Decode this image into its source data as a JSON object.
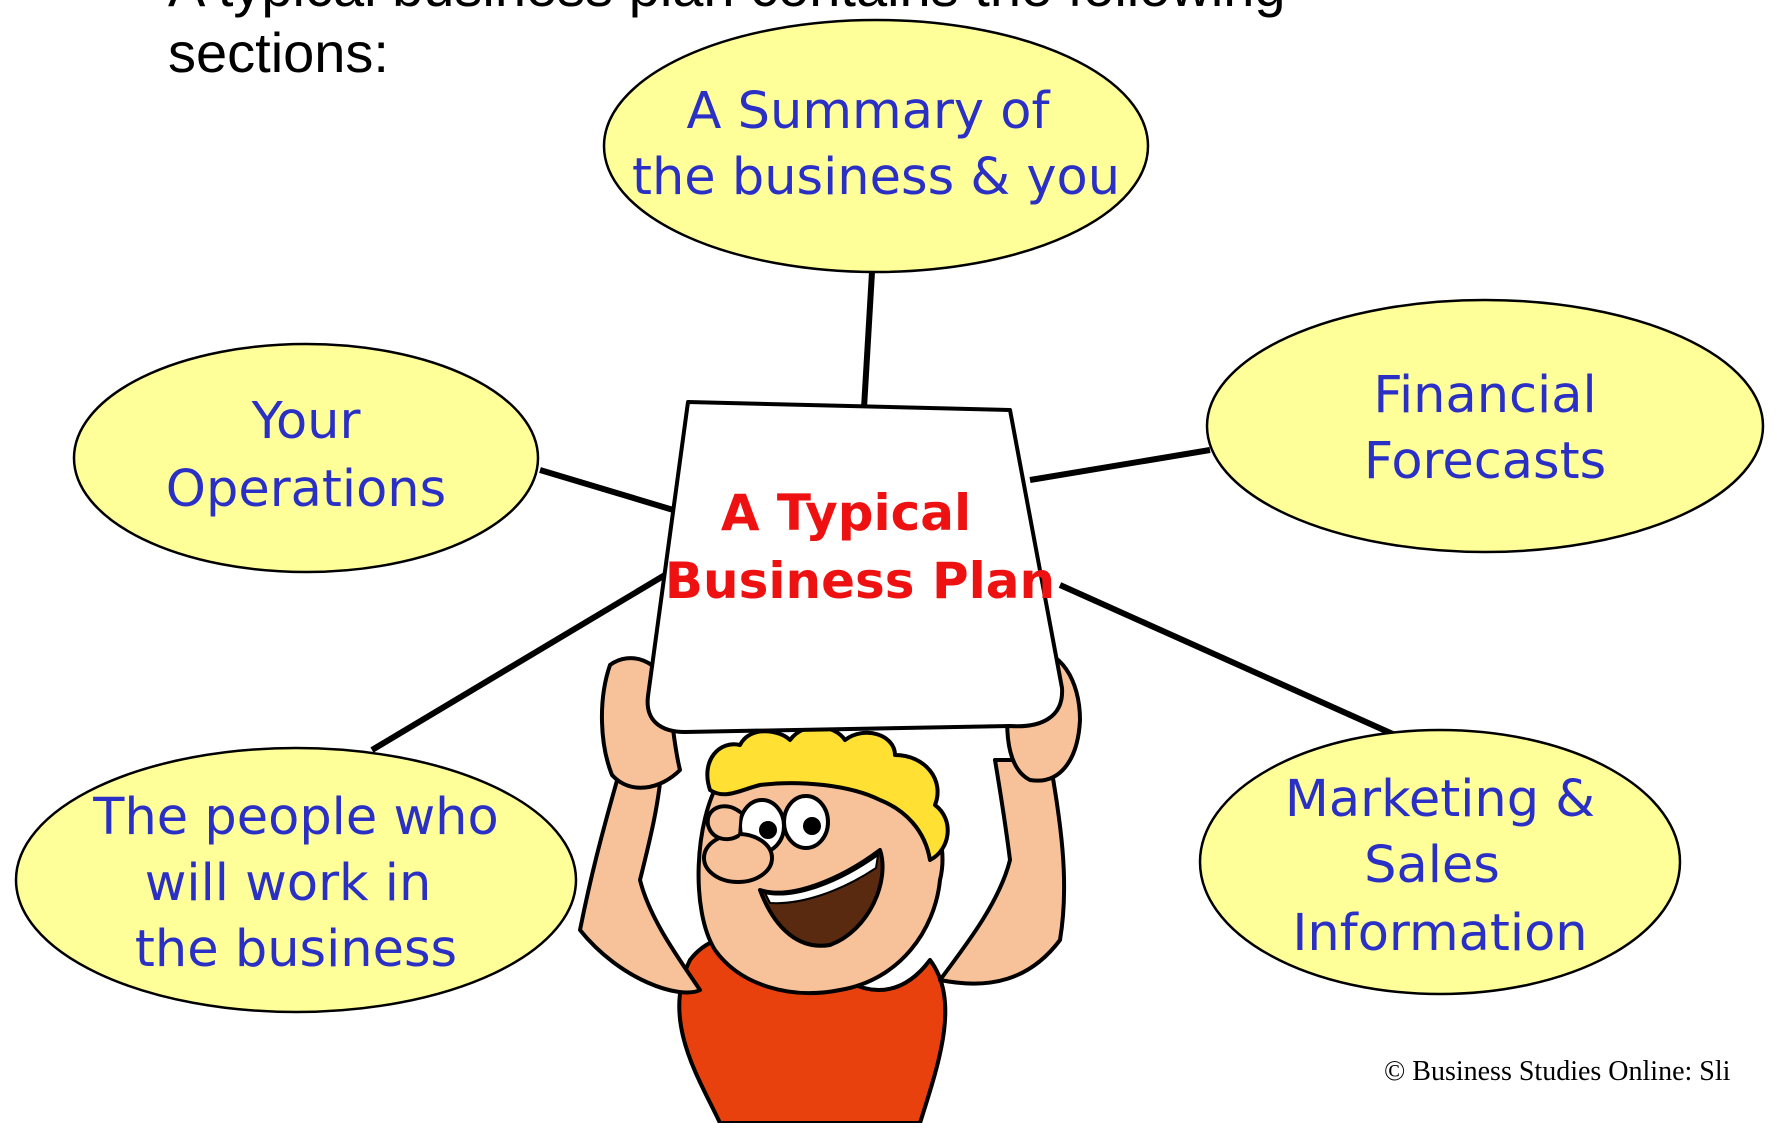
{
  "intro": {
    "line1": "A typical business plan contains the following",
    "line2": "sections:"
  },
  "center": {
    "line1": "A Typical",
    "line2": "Business Plan"
  },
  "bubbles": {
    "summary": {
      "line1": "A Summary of",
      "line2": "the business & you"
    },
    "operations": {
      "line1": "Your",
      "line2": "Operations"
    },
    "financial": {
      "line1": "Financial",
      "line2": "Forecasts"
    },
    "people": {
      "line1": "The people who",
      "line2": "will work in",
      "line3": "the business"
    },
    "marketing": {
      "line1": "Marketing &",
      "line2": "Sales",
      "line3": "Information"
    }
  },
  "credit": "© Business Studies Online: Sli",
  "colors": {
    "bubble_fill": "#ffff99",
    "bubble_text": "#2a2fc6",
    "plan_text": "#ee1111",
    "shirt": "#e8410e",
    "skin": "#f7c29a",
    "hair": "#ffe033"
  }
}
